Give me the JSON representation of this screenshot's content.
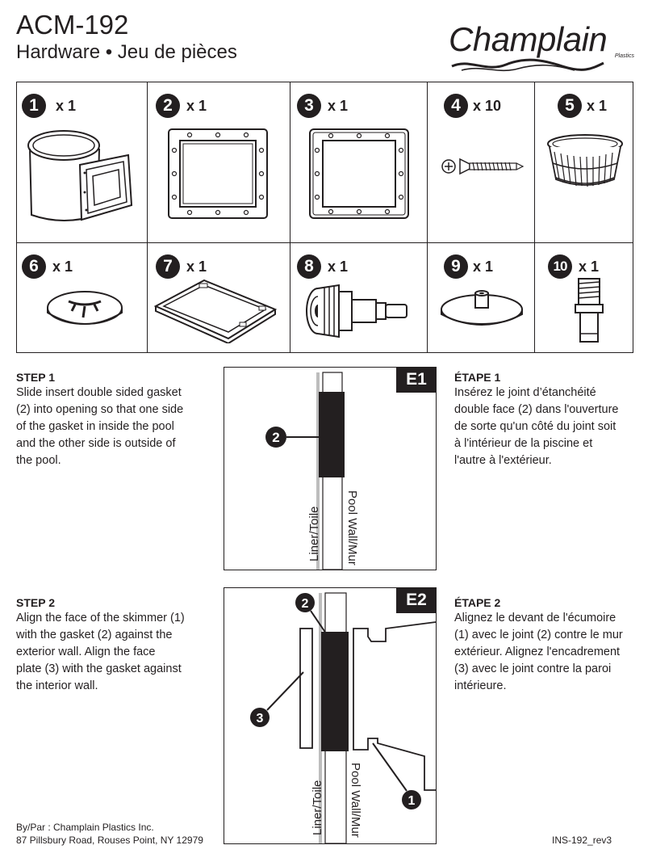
{
  "header": {
    "title": "ACM-192",
    "subtitle": "Hardware • Jeu de pièces",
    "brand": "Champlain",
    "brand_sub": "Plastics"
  },
  "parts": [
    {
      "number": "1",
      "qty": "x 1",
      "icon": "skimmer-body-icon"
    },
    {
      "number": "2",
      "qty": "x 1",
      "icon": "gasket-icon"
    },
    {
      "number": "3",
      "qty": "x 1",
      "icon": "face-plate-icon"
    },
    {
      "number": "4",
      "qty": "x 10",
      "icon": "screw-icon"
    },
    {
      "number": "5",
      "qty": "x 1",
      "icon": "basket-icon"
    },
    {
      "number": "6",
      "qty": "x 1",
      "icon": "lid-icon"
    },
    {
      "number": "7",
      "qty": "x 1",
      "icon": "weir-door-icon"
    },
    {
      "number": "8",
      "qty": "x 1",
      "icon": "return-fitting-icon"
    },
    {
      "number": "9",
      "qty": "x 1",
      "icon": "disc-icon"
    },
    {
      "number": "10",
      "qty": "x 1",
      "icon": "hose-adapter-icon"
    }
  ],
  "step1": {
    "heading_en": "STEP 1",
    "text_en": [
      "Slide insert double sided gasket",
      "(2) into opening so that one side",
      "of the gasket in inside the pool",
      "and the other side is outside of",
      "the pool."
    ],
    "heading_fr": "ÉTAPE 1",
    "text_fr": [
      "Insérez le joint d’étanchéité",
      "double face (2) dans l'ouverture",
      "de sorte qu'un côté du joint soit",
      "à l'intérieur de la piscine et",
      "l'autre à l'extérieur."
    ],
    "diagram_tag": "E1",
    "callout": "2",
    "wall_label": "Pool Wall/Mur",
    "liner_label": "Liner/Toile"
  },
  "step2": {
    "heading_en": "STEP 2",
    "text_en": [
      "Align the face of the skimmer (1)",
      "with the gasket (2) against the",
      "exterior wall. Align the face",
      "plate (3) with the gasket against",
      "the interior wall."
    ],
    "heading_fr": "ÉTAPE 2",
    "text_fr": [
      "Alignez le devant de l'écumoire",
      "(1) avec le joint (2) contre le mur",
      "extérieur. Alignez l'encadrement",
      "(3) avec le joint contre la paroi",
      "intérieure."
    ],
    "diagram_tag": "E2",
    "callout_gasket": "2",
    "callout_plate": "3",
    "callout_skimmer": "1",
    "wall_label": "Pool Wall/Mur",
    "liner_label": "Liner/Toile"
  },
  "footer": {
    "by": "By/Par : Champlain Plastics Inc.",
    "address": "87 Pillsbury Road, Rouses Point, NY 12979",
    "doc_id": "INS-192_rev3"
  },
  "colors": {
    "ink": "#231f20",
    "liner": "#bdbdbd"
  }
}
